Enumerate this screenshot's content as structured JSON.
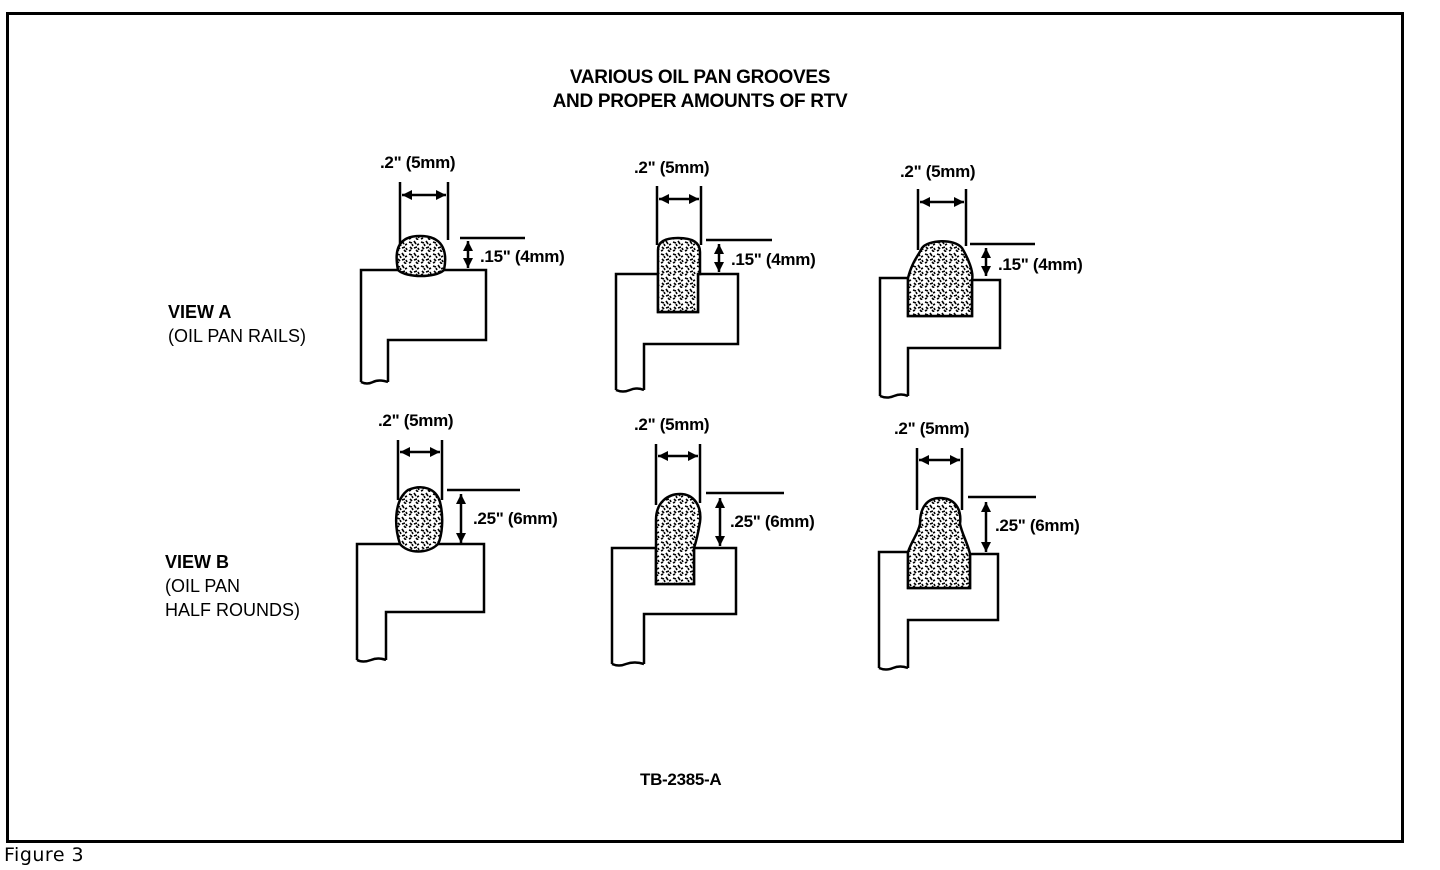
{
  "title": {
    "line1": "VARIOUS OIL PAN GROOVES",
    "line2": "AND PROPER AMOUNTS OF RTV"
  },
  "views": [
    {
      "heading": "VIEW A",
      "sub1": "(OIL PAN RAILS)",
      "sub2": ""
    },
    {
      "heading": "VIEW B",
      "sub1": "(OIL PAN",
      "sub2": "HALF ROUNDS)"
    }
  ],
  "width_label": ".2\" (5mm)",
  "height_labels": {
    "view_a": ".15\" (4mm)",
    "view_b": ".25\" (6mm)"
  },
  "reference": "TB-2385-A",
  "caption": "Figure 3"
}
